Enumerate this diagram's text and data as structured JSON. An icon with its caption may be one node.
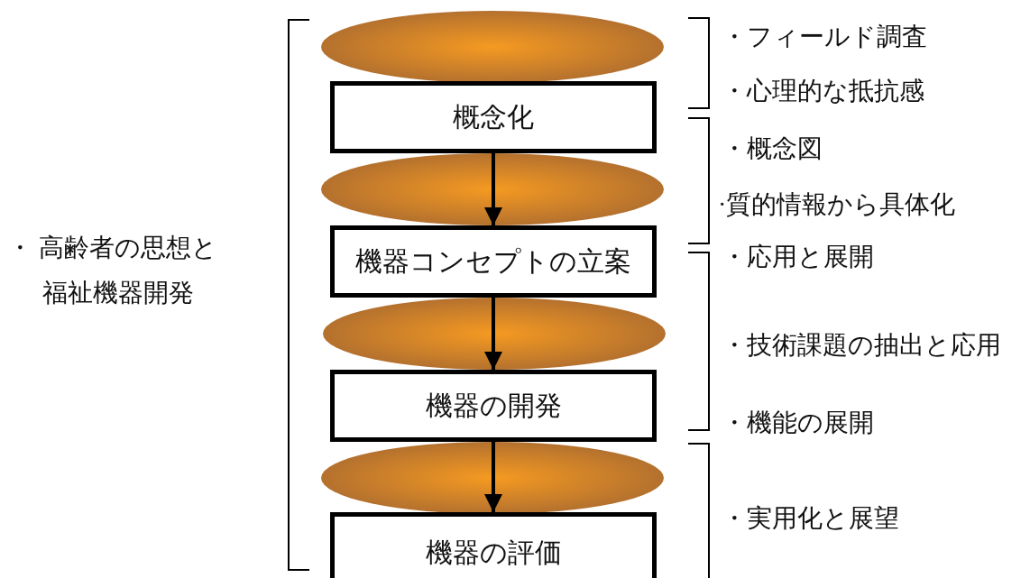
{
  "diagram": {
    "nodes": [
      {
        "text": [],
        "shape": "ellipse"
      },
      {
        "text": [
          "概念化"
        ]
      },
      {
        "text": [],
        "shape": "ellipse"
      },
      {
        "text": [
          "機器コンセプトの立案"
        ]
      },
      {
        "text": [],
        "shape": "ellipse"
      },
      {
        "text": [
          "機器の開発"
        ]
      },
      {
        "text": [],
        "shape": "ellipse"
      },
      {
        "text": [
          "機器の評価"
        ]
      }
    ],
    "edges": [
      {
        "from": 2,
        "to": 3,
        "arrow": "to"
      },
      {
        "from": 4,
        "to": 5,
        "arrow": "to"
      },
      {
        "from": 6,
        "to": 7,
        "arrow": "to"
      }
    ],
    "labels": [
      "・ 高齢者の思想と福祉機器開発",
      "・フィールド調査",
      "・心理的な抵抗感",
      "・概念図",
      "·質的情報から具体化",
      "・応用と展開",
      "・技術課題の抽出と応用",
      "・機能の展開",
      "・実用化と展望"
    ]
  }
}
